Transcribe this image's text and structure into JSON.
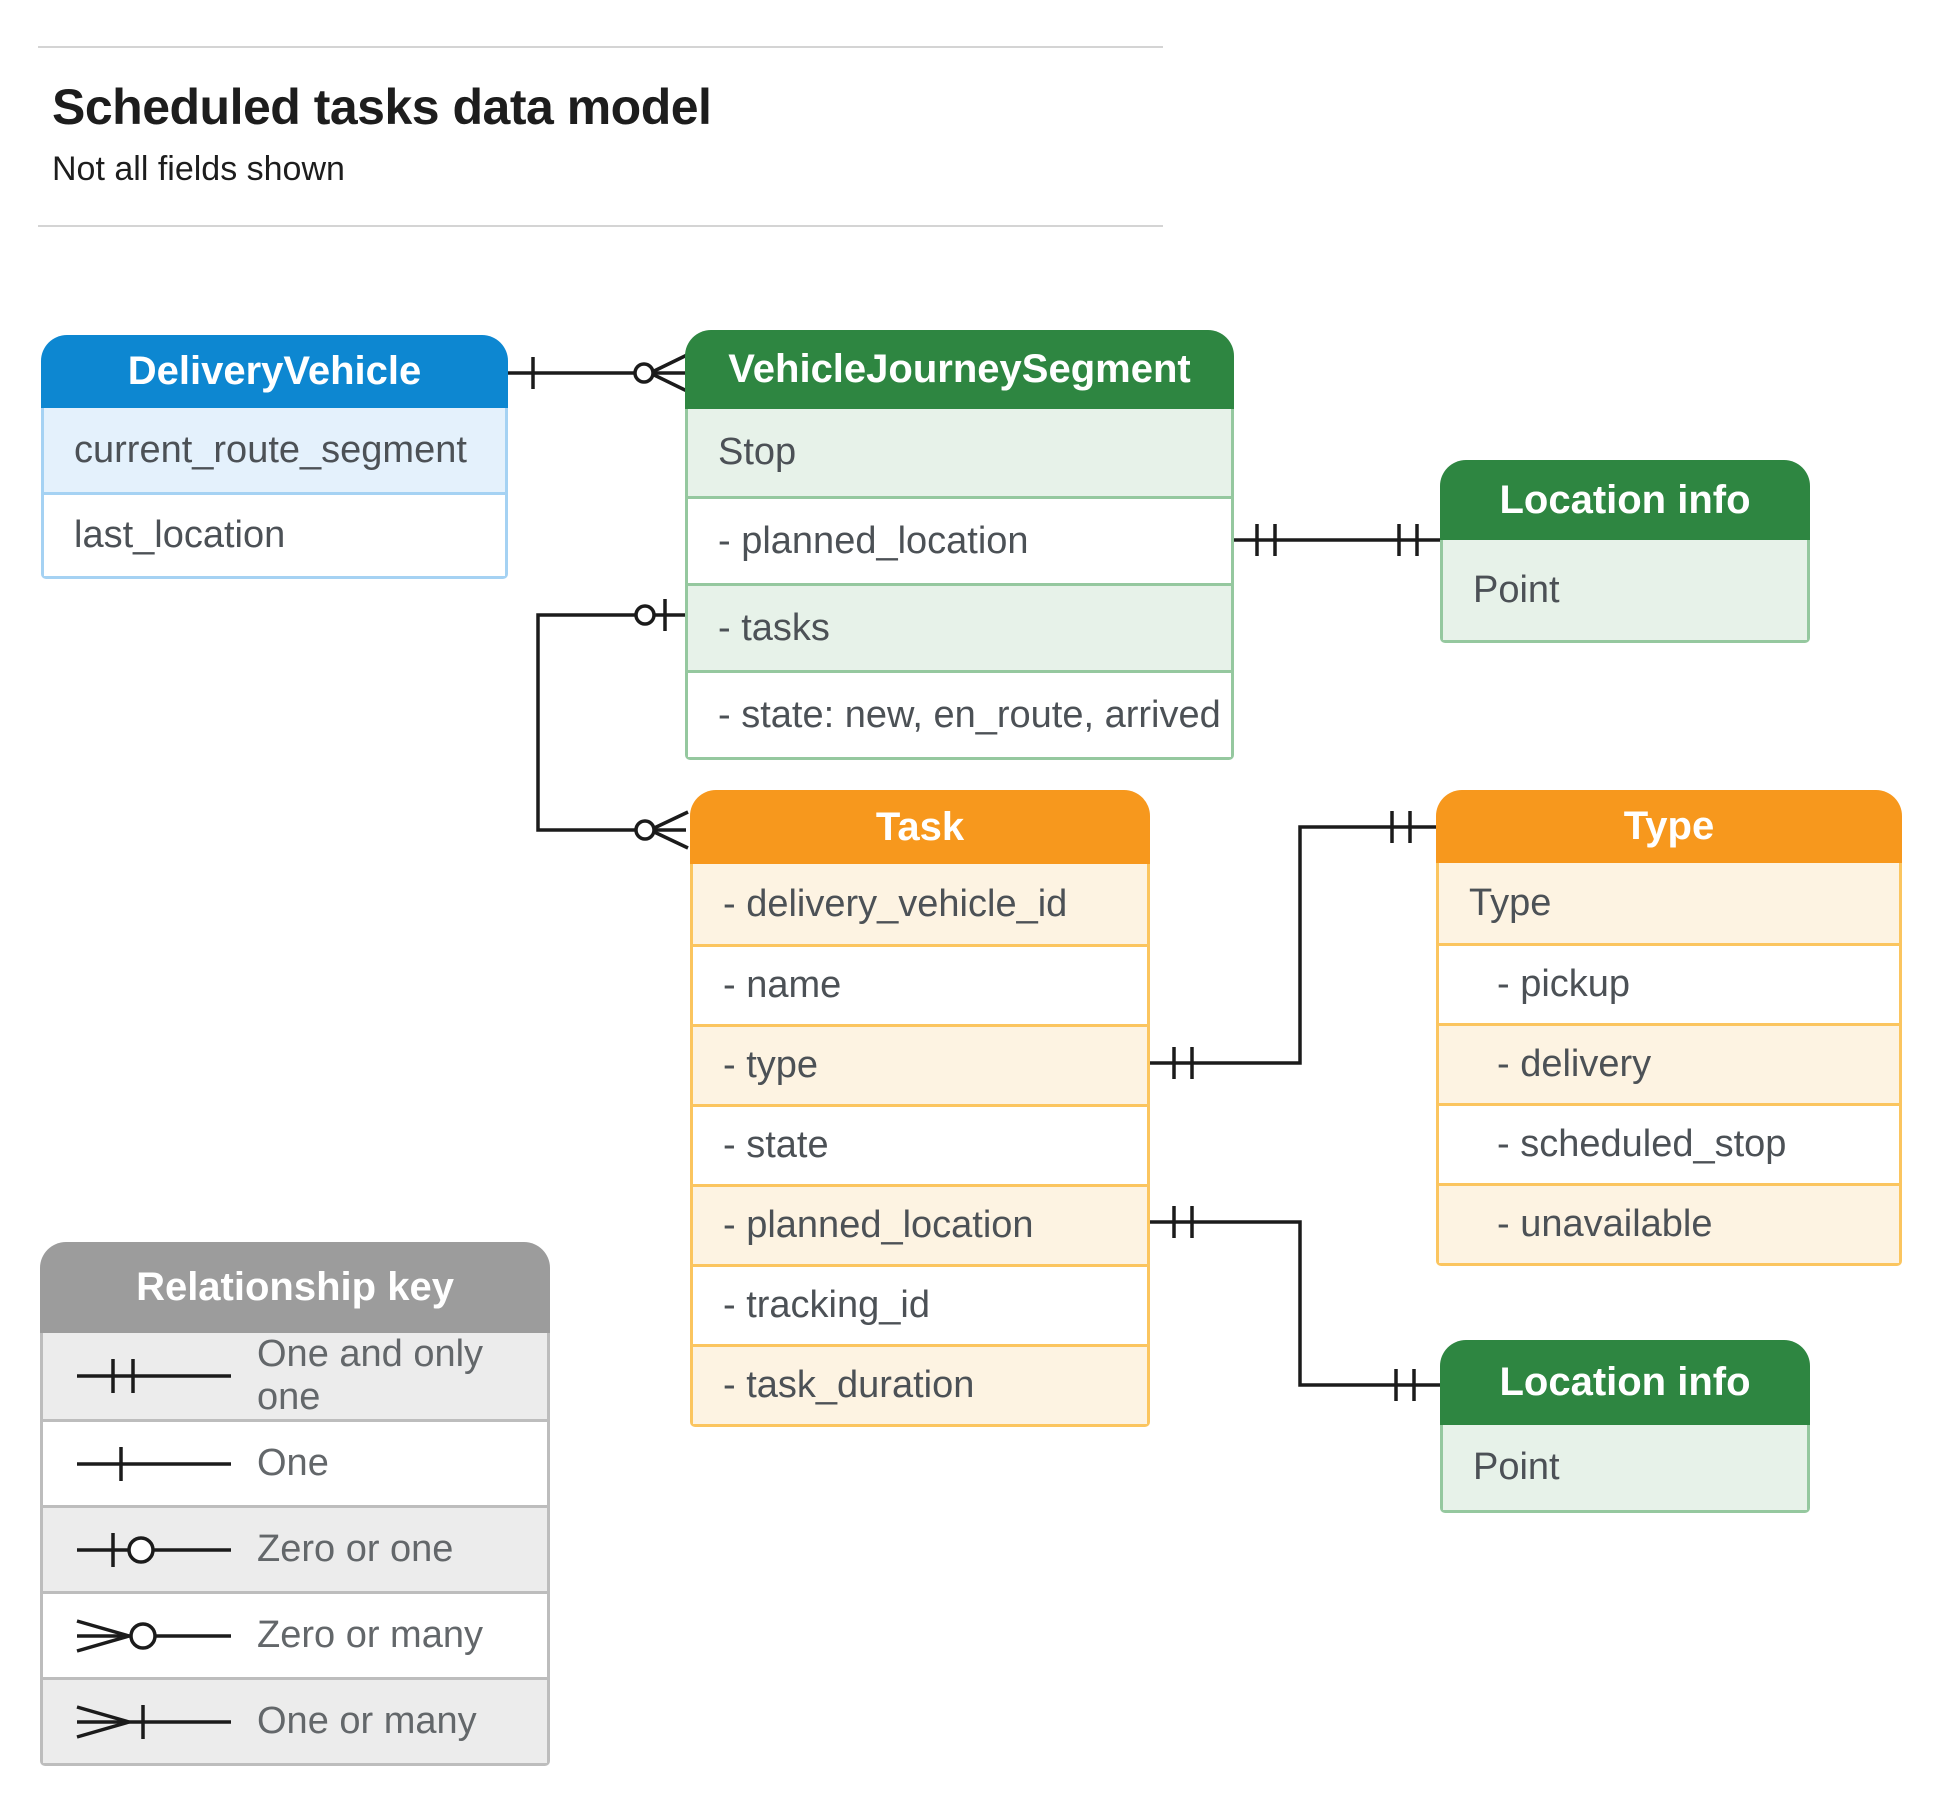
{
  "page": {
    "title": "Scheduled tasks data model",
    "subtitle": "Not all fields shown"
  },
  "entities": [
    {
      "id": "delivery-vehicle",
      "title": "DeliveryVehicle",
      "theme": "blue",
      "rows": [
        {
          "label": "current_route_segment"
        },
        {
          "label": "last_location"
        }
      ]
    },
    {
      "id": "vehicle-journey-segment",
      "title": "VehicleJourneySegment",
      "theme": "green",
      "rows": [
        {
          "label": "Stop"
        },
        {
          "label": "- planned_location"
        },
        {
          "label": "- tasks"
        },
        {
          "label": "- state: new, en_route, arrived"
        }
      ]
    },
    {
      "id": "location-info-top",
      "title": "Location info",
      "theme": "green",
      "rows": [
        {
          "label": "Point"
        }
      ]
    },
    {
      "id": "task",
      "title": "Task",
      "theme": "orange",
      "rows": [
        {
          "label": "- delivery_vehicle_id"
        },
        {
          "label": "- name"
        },
        {
          "label": "- type"
        },
        {
          "label": "- state"
        },
        {
          "label": "- planned_location"
        },
        {
          "label": "- tracking_id"
        },
        {
          "label": "- task_duration"
        }
      ]
    },
    {
      "id": "type",
      "title": "Type",
      "theme": "orange",
      "rows": [
        {
          "label": "Type"
        },
        {
          "label": "- pickup",
          "indent": true
        },
        {
          "label": "- delivery",
          "indent": true
        },
        {
          "label": "- scheduled_stop",
          "indent": true
        },
        {
          "label": "- unavailable",
          "indent": true
        }
      ]
    },
    {
      "id": "location-info-bottom",
      "title": "Location info",
      "theme": "green",
      "rows": [
        {
          "label": "Point"
        }
      ]
    }
  ],
  "legend": {
    "title": "Relationship key",
    "items": [
      {
        "symbol": "one-and-only-one",
        "label": "One and only one"
      },
      {
        "symbol": "one",
        "label": "One"
      },
      {
        "symbol": "zero-or-one",
        "label": "Zero or one"
      },
      {
        "symbol": "zero-or-many",
        "label": "Zero or many"
      },
      {
        "symbol": "one-or-many",
        "label": "One or many"
      }
    ]
  },
  "relationships": [
    {
      "from": "DeliveryVehicle",
      "to": "VehicleJourneySegment",
      "from_cardinality": "one",
      "to_cardinality": "zero-or-many"
    },
    {
      "from": "VehicleJourneySegment.planned_location",
      "to": "Location info (top)",
      "from_cardinality": "one-and-only-one",
      "to_cardinality": "one-and-only-one"
    },
    {
      "from": "VehicleJourneySegment.tasks",
      "to": "Task",
      "from_cardinality": "zero-or-one",
      "to_cardinality": "zero-or-many"
    },
    {
      "from": "Task.type",
      "to": "Type",
      "from_cardinality": "one-and-only-one",
      "to_cardinality": "one-and-only-one"
    },
    {
      "from": "Task.planned_location",
      "to": "Location info (bottom)",
      "from_cardinality": "one-and-only-one",
      "to_cardinality": "one-and-only-one"
    }
  ],
  "colors": {
    "blue_header": "#0d87d1",
    "blue_tint": "#e4f1fc",
    "blue_border": "#a5d2f3",
    "green_header": "#2e8641",
    "green_tint": "#e7f2e9",
    "green_border": "#95c89f",
    "orange_header": "#f7981d",
    "orange_tint": "#fdf3e2",
    "orange_border": "#fbc55f",
    "gray_header": "#9c9c9c",
    "gray_tint": "#ececec",
    "gray_border": "#bdbdbd",
    "connector": "#1b1b1b"
  }
}
